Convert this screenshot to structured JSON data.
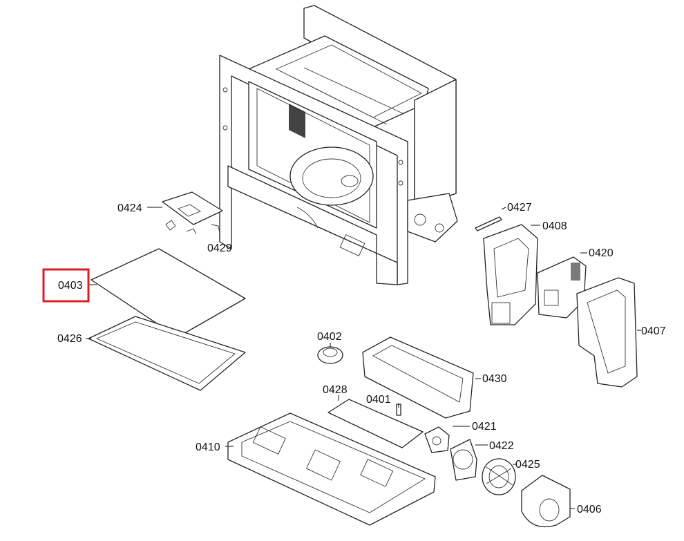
{
  "highlight": {
    "part": "0403",
    "color": "#e01b24"
  },
  "parts": [
    {
      "id": "p0424",
      "label": "0424"
    },
    {
      "id": "p0429",
      "label": "0429"
    },
    {
      "id": "p0403",
      "label": "0403"
    },
    {
      "id": "p0426",
      "label": "0426"
    },
    {
      "id": "p0427",
      "label": "0427"
    },
    {
      "id": "p0408",
      "label": "0408"
    },
    {
      "id": "p0420",
      "label": "0420"
    },
    {
      "id": "p0407",
      "label": "0407"
    },
    {
      "id": "p0402",
      "label": "0402"
    },
    {
      "id": "p0430",
      "label": "0430"
    },
    {
      "id": "p0428",
      "label": "0428"
    },
    {
      "id": "p0401",
      "label": "0401"
    },
    {
      "id": "p0421",
      "label": "0421"
    },
    {
      "id": "p0422",
      "label": "0422"
    },
    {
      "id": "p0410",
      "label": "0410"
    },
    {
      "id": "p0425",
      "label": "0425"
    },
    {
      "id": "p0406",
      "label": "0406"
    }
  ]
}
